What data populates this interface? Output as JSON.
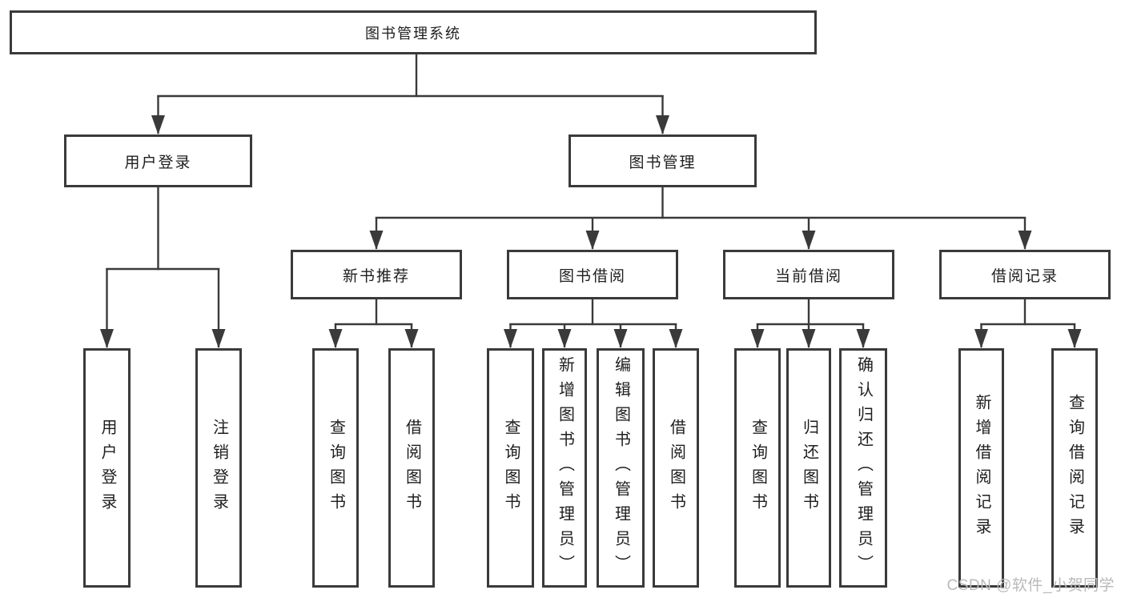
{
  "diagram_type": "hierarchy-tree",
  "colors": {
    "line": "#3a3a3a",
    "box_border": "#3a3a3a",
    "text": "#1e1e1e",
    "background": "#ffffff",
    "watermark": "#b9b9b9"
  },
  "tree": {
    "label": "图书管理系统",
    "children": [
      {
        "label": "用户登录",
        "children": [
          {
            "label": "用户登录"
          },
          {
            "label": "注销登录"
          }
        ]
      },
      {
        "label": "图书管理",
        "children": [
          {
            "label": "新书推荐",
            "children": [
              {
                "label": "查询图书"
              },
              {
                "label": "借阅图书"
              }
            ]
          },
          {
            "label": "图书借阅",
            "children": [
              {
                "label": "查询图书"
              },
              {
                "label": "新增图书（管理员）"
              },
              {
                "label": "编辑图书（管理员）"
              },
              {
                "label": "借阅图书"
              }
            ]
          },
          {
            "label": "当前借阅",
            "children": [
              {
                "label": "查询图书"
              },
              {
                "label": "归还图书"
              },
              {
                "label": "确认归还（管理员）"
              }
            ]
          },
          {
            "label": "借阅记录",
            "children": [
              {
                "label": "新增借阅记录"
              },
              {
                "label": "查询借阅记录"
              }
            ]
          }
        ]
      }
    ]
  },
  "watermark": {
    "text": "CSDN @软件_小贺同学"
  }
}
